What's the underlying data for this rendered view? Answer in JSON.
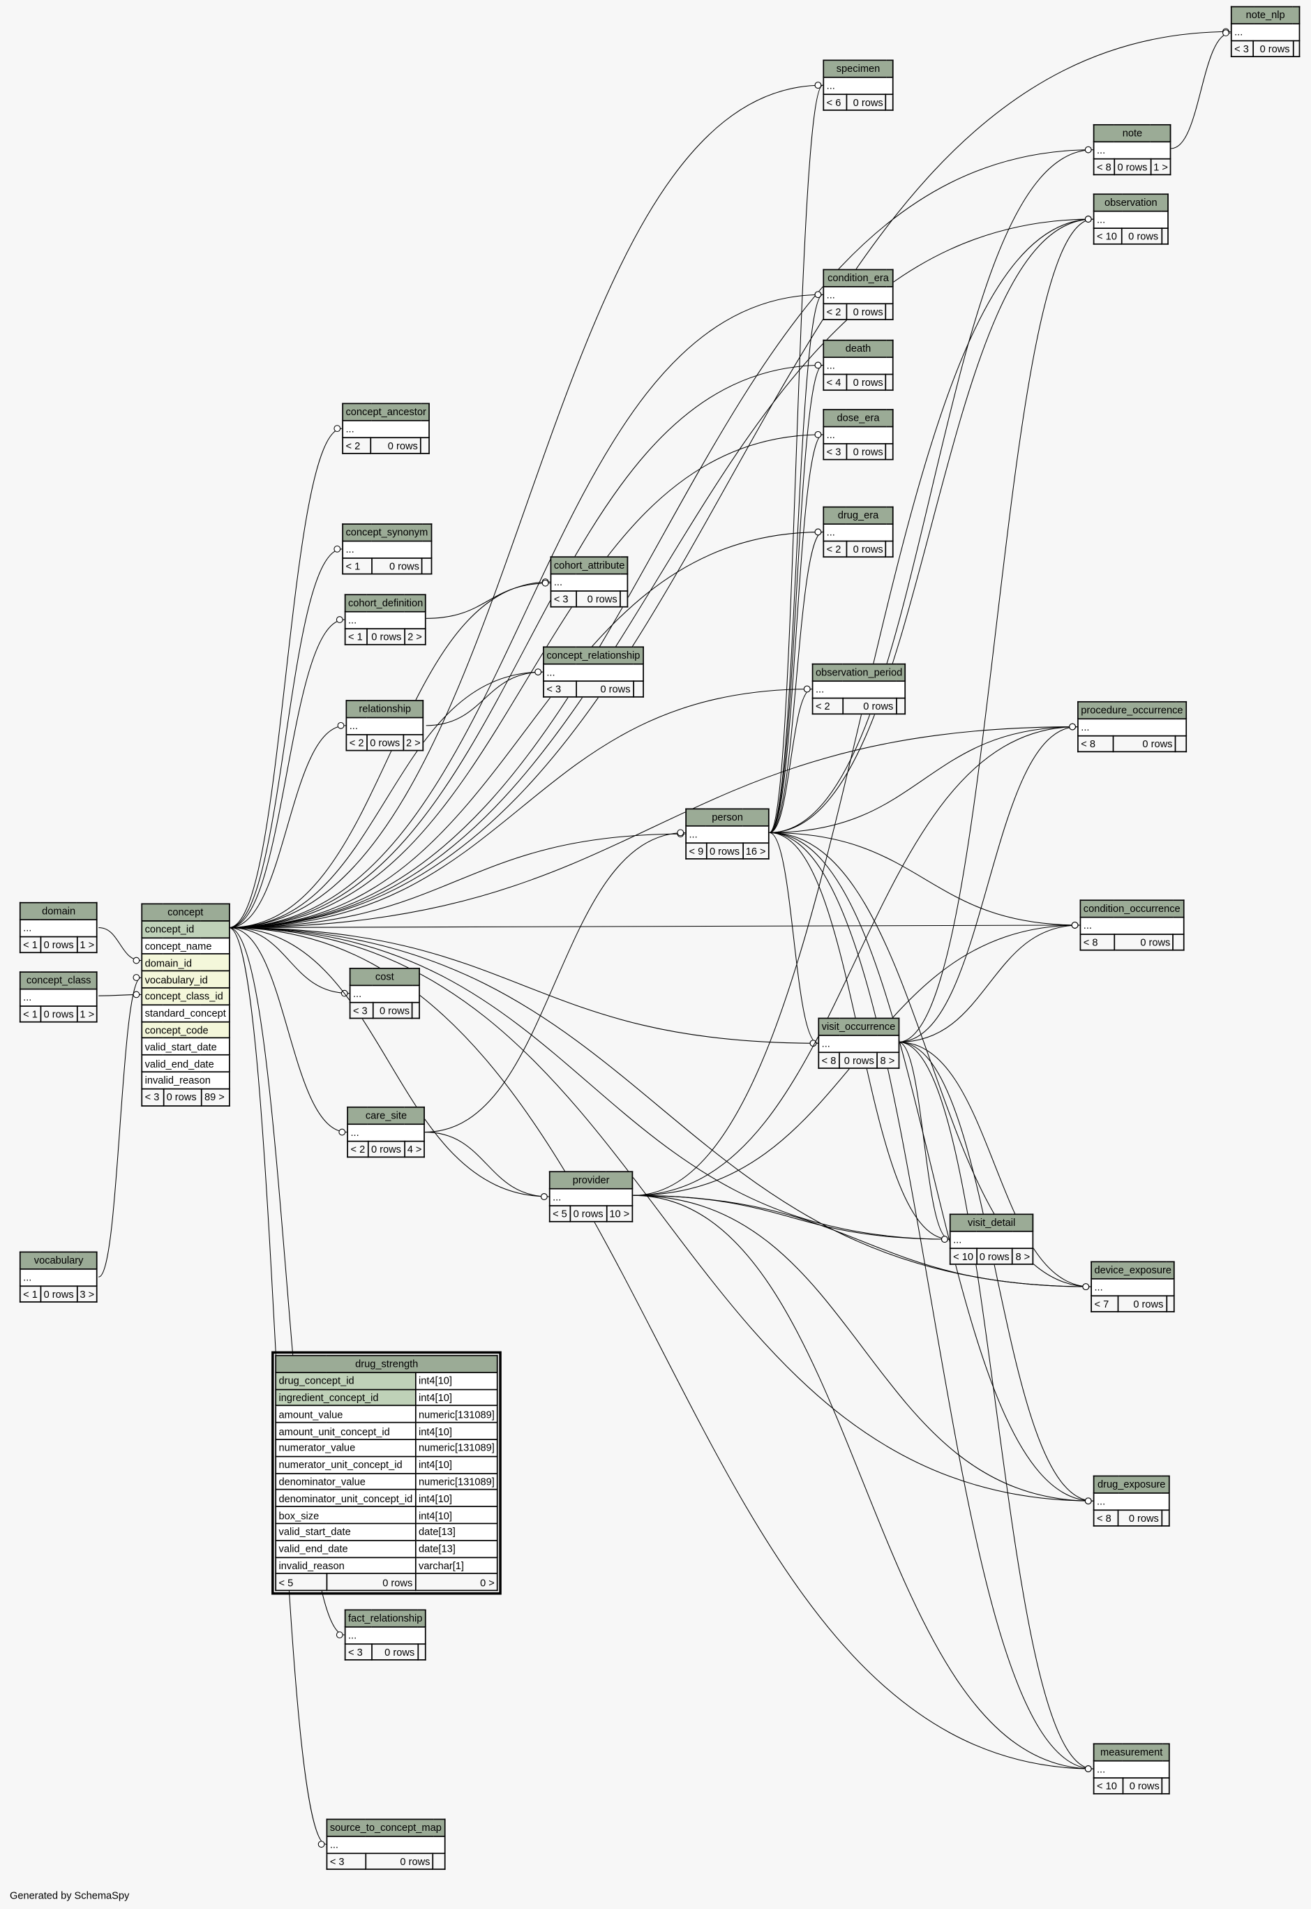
{
  "tables": [
    {
      "name": "note_nlp",
      "footer": [
        "< 3",
        "0 rows",
        ""
      ]
    },
    {
      "name": "specimen",
      "footer": [
        "< 6",
        "0 rows",
        ""
      ]
    },
    {
      "name": "note",
      "footer": [
        "< 8",
        "0 rows",
        "1 >"
      ]
    },
    {
      "name": "observation",
      "footer": [
        "< 10",
        "0 rows",
        ""
      ]
    },
    {
      "name": "condition_era",
      "footer": [
        "< 2",
        "0 rows",
        ""
      ]
    },
    {
      "name": "death",
      "footer": [
        "< 4",
        "0 rows",
        ""
      ]
    },
    {
      "name": "dose_era",
      "footer": [
        "< 3",
        "0 rows",
        ""
      ]
    },
    {
      "name": "drug_era",
      "footer": [
        "< 2",
        "0 rows",
        ""
      ]
    },
    {
      "name": "concept_ancestor",
      "footer": [
        "< 2",
        "0 rows",
        ""
      ]
    },
    {
      "name": "concept_synonym",
      "footer": [
        "< 1",
        "0 rows",
        ""
      ]
    },
    {
      "name": "cohort_definition",
      "footer": [
        "< 1",
        "0 rows",
        "2 >"
      ]
    },
    {
      "name": "cohort_attribute",
      "footer": [
        "< 3",
        "0 rows",
        ""
      ]
    },
    {
      "name": "concept_relationship",
      "footer": [
        "< 3",
        "0 rows",
        ""
      ]
    },
    {
      "name": "observation_period",
      "footer": [
        "< 2",
        "0 rows",
        ""
      ]
    },
    {
      "name": "relationship",
      "footer": [
        "< 2",
        "0 rows",
        "2 >"
      ]
    },
    {
      "name": "procedure_occurrence",
      "footer": [
        "< 8",
        "0 rows",
        ""
      ]
    },
    {
      "name": "person",
      "footer": [
        "< 9",
        "0 rows",
        "16 >"
      ]
    },
    {
      "name": "domain",
      "footer": [
        "< 1",
        "0 rows",
        "1 >"
      ]
    },
    {
      "name": "condition_occurrence",
      "footer": [
        "< 8",
        "0 rows",
        ""
      ]
    },
    {
      "name": "concept_class",
      "footer": [
        "< 1",
        "0 rows",
        "1 >"
      ]
    },
    {
      "name": "cost",
      "footer": [
        "< 3",
        "0 rows",
        ""
      ]
    },
    {
      "name": "visit_occurrence",
      "footer": [
        "< 8",
        "0 rows",
        "8 >"
      ]
    },
    {
      "name": "care_site",
      "footer": [
        "< 2",
        "0 rows",
        "4 >"
      ]
    },
    {
      "name": "provider",
      "footer": [
        "< 5",
        "0 rows",
        "10 >"
      ]
    },
    {
      "name": "visit_detail",
      "footer": [
        "< 10",
        "0 rows",
        "8 >"
      ]
    },
    {
      "name": "device_exposure",
      "footer": [
        "< 7",
        "0 rows",
        ""
      ]
    },
    {
      "name": "vocabulary",
      "footer": [
        "< 1",
        "0 rows",
        "3 >"
      ]
    },
    {
      "name": "drug_exposure",
      "footer": [
        "< 8",
        "0 rows",
        ""
      ]
    },
    {
      "name": "fact_relationship",
      "footer": [
        "< 3",
        "0 rows",
        ""
      ]
    },
    {
      "name": "measurement",
      "footer": [
        "< 10",
        "0 rows",
        ""
      ]
    },
    {
      "name": "source_to_concept_map",
      "footer": [
        "< 3",
        "0 rows",
        ""
      ]
    }
  ],
  "ellipsis": "...",
  "concept": {
    "name": "concept",
    "columns": [
      {
        "name": "concept_id",
        "kind": "pk"
      },
      {
        "name": "concept_name",
        "kind": ""
      },
      {
        "name": "domain_id",
        "kind": "ix"
      },
      {
        "name": "vocabulary_id",
        "kind": "ix"
      },
      {
        "name": "concept_class_id",
        "kind": "ix"
      },
      {
        "name": "standard_concept",
        "kind": ""
      },
      {
        "name": "concept_code",
        "kind": "ix"
      },
      {
        "name": "valid_start_date",
        "kind": ""
      },
      {
        "name": "valid_end_date",
        "kind": ""
      },
      {
        "name": "invalid_reason",
        "kind": ""
      }
    ],
    "footer": [
      "< 3",
      "0 rows",
      "89 >"
    ]
  },
  "drug_strength": {
    "name": "drug_strength",
    "columns": [
      {
        "name": "drug_concept_id",
        "type": "int4[10]",
        "kind": "pk"
      },
      {
        "name": "ingredient_concept_id",
        "type": "int4[10]",
        "kind": "pk"
      },
      {
        "name": "amount_value",
        "type": "numeric[131089]",
        "kind": ""
      },
      {
        "name": "amount_unit_concept_id",
        "type": "int4[10]",
        "kind": ""
      },
      {
        "name": "numerator_value",
        "type": "numeric[131089]",
        "kind": ""
      },
      {
        "name": "numerator_unit_concept_id",
        "type": "int4[10]",
        "kind": ""
      },
      {
        "name": "denominator_value",
        "type": "numeric[131089]",
        "kind": ""
      },
      {
        "name": "denominator_unit_concept_id",
        "type": "int4[10]",
        "kind": ""
      },
      {
        "name": "box_size",
        "type": "int4[10]",
        "kind": ""
      },
      {
        "name": "valid_start_date",
        "type": "date[13]",
        "kind": ""
      },
      {
        "name": "valid_end_date",
        "type": "date[13]",
        "kind": ""
      },
      {
        "name": "invalid_reason",
        "type": "varchar[1]",
        "kind": ""
      }
    ],
    "footer": [
      "< 5",
      "0 rows",
      "0 >"
    ]
  },
  "footer_text": "Generated by SchemaSpy"
}
